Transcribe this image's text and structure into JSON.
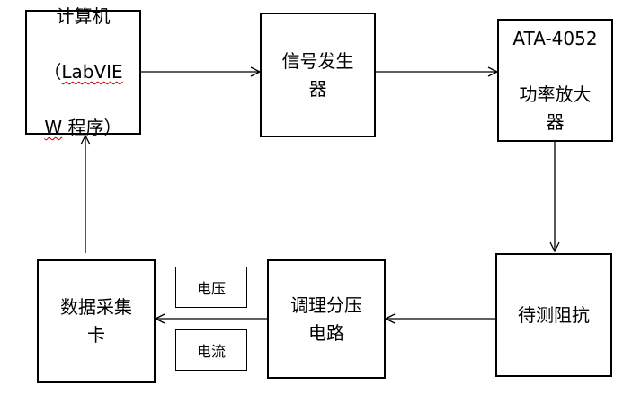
{
  "nodes": {
    "computer": {
      "line1": "计算机",
      "line2_open": "（",
      "line2_word": "LabVIE",
      "line3_word": "W",
      "line3_rest": " 程序）"
    },
    "signal_generator": {
      "label": "信号发生\n器"
    },
    "amplifier": {
      "model": "ATA-4052",
      "label": "功率放大\n器"
    },
    "impedance": {
      "label": "待测阻抗"
    },
    "conditioning": {
      "label": "调理分压\n电路"
    },
    "daq": {
      "label": "数据采集\n卡"
    }
  },
  "signals": {
    "voltage": "电压",
    "current": "电流"
  },
  "edges": [
    {
      "from": "computer",
      "to": "signal_generator"
    },
    {
      "from": "signal_generator",
      "to": "amplifier"
    },
    {
      "from": "amplifier",
      "to": "impedance"
    },
    {
      "from": "impedance",
      "to": "conditioning"
    },
    {
      "from": "conditioning",
      "to": "daq"
    },
    {
      "from": "daq",
      "to": "computer"
    }
  ]
}
